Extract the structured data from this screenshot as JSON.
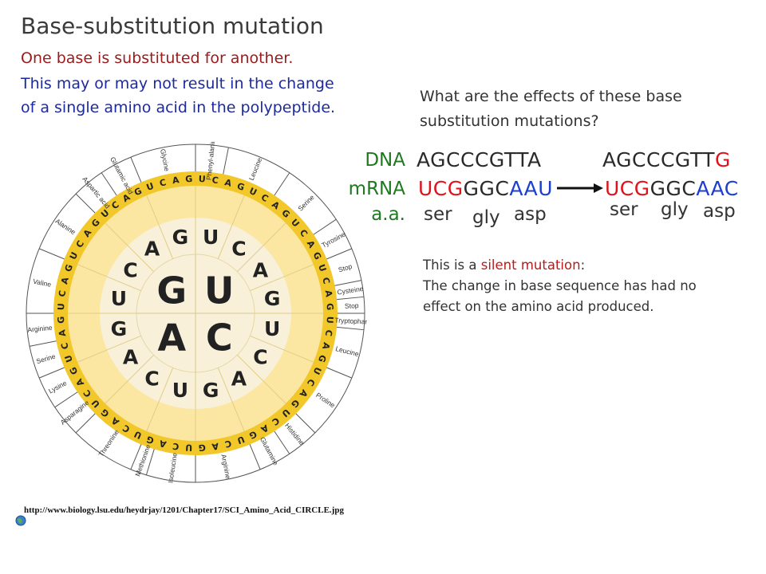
{
  "title": "Base-substitution mutation",
  "intro": {
    "line1": "One base is substituted for another.",
    "line2": "This may or may not result in the change",
    "line3": "of a single amino acid in the polypeptide."
  },
  "question": {
    "line1": "What are the effects of these base",
    "line2": "substitution mutations?"
  },
  "labels": {
    "dna": "DNA",
    "mrna": "mRNA",
    "aa": "a.a."
  },
  "original": {
    "dna": "AGCCCGTTA",
    "mrna_a": "UCG",
    "mrna_b": "GGC",
    "mrna_c": "AAU",
    "aa1": "ser",
    "aa2": "gly",
    "aa3": "asp"
  },
  "mutated": {
    "dna_a": "AGCCCGTT",
    "dna_b": "G",
    "mrna_a": "UCG",
    "mrna_b": "GGC",
    "mrna_c": "AAC",
    "aa1": "ser",
    "aa2": "gly",
    "aa3": "asp"
  },
  "explanation": {
    "prefix": "This is a ",
    "highlight": "silent mutation",
    "suffix": ":",
    "line2": "The change in base sequence has had no",
    "line3": "effect on the amino acid produced."
  },
  "source_url": "http://www.biology.lsu.edu/heydrjay/1201/Chapter17/SCI_Amino_Acid_CIRCLE.jpg",
  "wheel": {
    "inner": [
      "U",
      "C",
      "A",
      "G"
    ],
    "second_ring": [
      "U",
      "C",
      "A",
      "G",
      "U",
      "C",
      "A",
      "G",
      "U",
      "C",
      "A",
      "G",
      "U",
      "C",
      "A",
      "G"
    ],
    "third_ring": "UCAGUCAGUCAGUCAGUCAGUCAGUCAGUCAGUCAGUCAGUCAGUCAGUCAGUCAGUCAGUCAG",
    "amino_acids": [
      "Phenyl-alanine",
      "Leucine",
      "Serine",
      "Tyrosine",
      "Stop",
      "Cysteine",
      "Stop",
      "Tryptophan",
      "Leucine",
      "Proline",
      "Histidine",
      "Glutamine",
      "Arginine",
      "Isoleucine",
      "Methionine",
      "Threonine",
      "Asparagine",
      "Lysine",
      "Serine",
      "Arginine",
      "Valine",
      "Alanine",
      "Aspartic acid",
      "Glutamic acid",
      "Glycine"
    ],
    "colors": {
      "outer": "#ffffff",
      "ring3": "#f2c72a",
      "ring2": "#fbe7a1",
      "center": "#f8f0d8",
      "text": "#222222",
      "lines": "#555555"
    }
  }
}
